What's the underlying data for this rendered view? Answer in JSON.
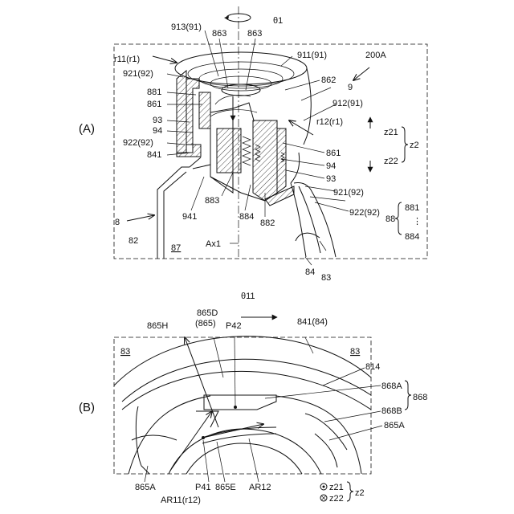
{
  "figure_a": {
    "panel_label": "(A)",
    "rotation_label": "θ1",
    "labels": {
      "l913": "913(91)",
      "l863a": "863",
      "l863b": "863",
      "l911": "911(91)",
      "l200a": "200A",
      "l9": "9",
      "l862": "862",
      "l912": "912(91)",
      "lr12": "r12(r1)",
      "lr11": "r11(r1)",
      "l921a": "921(92)",
      "l881": "881",
      "l861a": "861",
      "l93a": "93",
      "l94a": "94",
      "l922a": "922(92)",
      "l841": "841",
      "l861b": "861",
      "l94b": "94",
      "l93b": "93",
      "l921b": "921(92)",
      "l922b": "922(92)",
      "l941": "941",
      "l883": "883",
      "l884": "884",
      "l882": "882",
      "l8": "8",
      "l82": "82",
      "l87": "87",
      "lax1": "Ax1",
      "l84": "84",
      "l83": "83"
    },
    "axis_legend": {
      "z21": "z21",
      "z22": "z22",
      "z2": "z2"
    },
    "group_legend": {
      "label": "88",
      "first": "881",
      "dots": "⋮",
      "last": "884"
    }
  },
  "figure_b": {
    "panel_label": "(B)",
    "rotation_label": "θ11",
    "labels": {
      "l865d": "865D",
      "l865d_paren": "(865)",
      "l865h": "865H",
      "lp42": "P42",
      "l841": "841(84)",
      "l83a": "83",
      "l83b": "83",
      "l814": "814",
      "l868a": "868A",
      "l868b": "868B",
      "l868": "868",
      "l865a_right": "865A",
      "l865a_left": "865A",
      "lp41": "P41",
      "l865e": "865E",
      "lar12": "AR12",
      "lar11": "AR11(r12)"
    },
    "axis_legend": {
      "z21": "z21",
      "z22": "z22",
      "z2": "z2"
    }
  }
}
